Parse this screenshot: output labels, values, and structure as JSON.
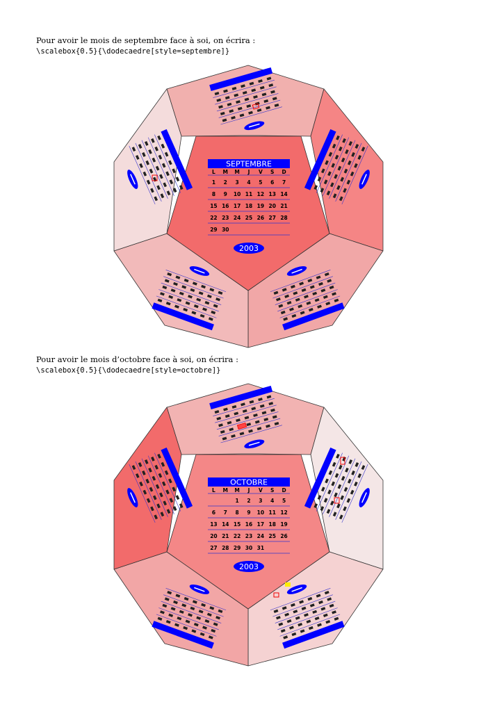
{
  "sections": [
    {
      "intro": "Pour avoir le mois de septembre face à soi, on écrira :",
      "code": "\\scalebox{0.5}{\\dodecaedre[style=septembre]}",
      "center": {
        "month": "SEPTEMBRE",
        "year": "2003",
        "headers": [
          "L",
          "M",
          "M",
          "J",
          "V",
          "S",
          "D"
        ],
        "weeks": [
          [
            "1",
            "2",
            "3",
            "4",
            "5",
            "6",
            "7"
          ],
          [
            "8",
            "9",
            "10",
            "11",
            "12",
            "13",
            "14"
          ],
          [
            "15",
            "16",
            "17",
            "18",
            "19",
            "20",
            "21"
          ],
          [
            "22",
            "23",
            "24",
            "25",
            "26",
            "27",
            "28"
          ],
          [
            "29",
            "30",
            "",
            "",
            "",
            "",
            ""
          ]
        ]
      },
      "colors": {
        "center": "#f26b6b",
        "top": "#f1b0ae",
        "upper_right": "#f58585",
        "lower_right": "#f1a7a7",
        "lower_left": "#f2baba",
        "upper_left": "#f4dcdc",
        "top_notch": "#f2c4c4"
      }
    },
    {
      "intro": "Pour avoir le mois d’octobre face à soi, on écrira :",
      "code": "\\scalebox{0.5}{\\dodecaedre[style=octobre]}",
      "center": {
        "month": "OCTOBRE",
        "year": "2003",
        "headers": [
          "L",
          "M",
          "M",
          "J",
          "V",
          "S",
          "D"
        ],
        "weeks": [
          [
            "",
            "",
            "1",
            "2",
            "3",
            "4",
            "5"
          ],
          [
            "6",
            "7",
            "8",
            "9",
            "10",
            "11",
            "12"
          ],
          [
            "13",
            "14",
            "15",
            "16",
            "17",
            "18",
            "19"
          ],
          [
            "20",
            "21",
            "22",
            "23",
            "24",
            "25",
            "26"
          ],
          [
            "27",
            "28",
            "29",
            "30",
            "31",
            "",
            ""
          ]
        ]
      },
      "colors": {
        "center": "#f48787",
        "top": "#f2b3b2",
        "upper_right": "#f4e6e6",
        "lower_right": "#f5d2d2",
        "lower_left": "#f2a6a6",
        "upper_left": "#f26b6b",
        "top_notch": "#f2c4c4"
      }
    }
  ]
}
